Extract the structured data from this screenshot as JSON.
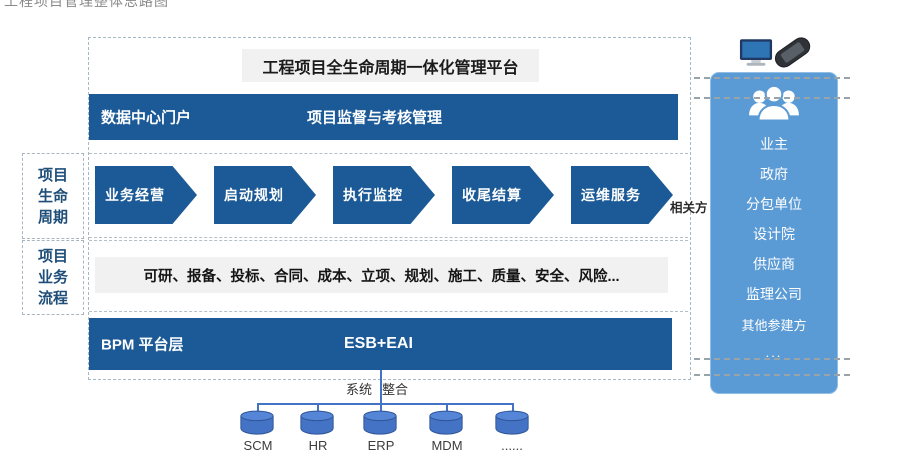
{
  "caption": "工程项目管理整体思路图",
  "platform": {
    "title": "工程项目全生命周期一体化管理平台",
    "portal_left": "数据中心门户",
    "portal_center": "项目监督与考核管理",
    "layer_left": "BPM 平台层",
    "layer_center": "ESB+EAI"
  },
  "lifecycle": {
    "label_lines": [
      "项目",
      "生命",
      "周期"
    ],
    "phases": [
      "业务经营",
      "启动规划",
      "执行监控",
      "收尾结算",
      "运维服务"
    ]
  },
  "business": {
    "label_lines": [
      "项目",
      "业务",
      "流程"
    ],
    "process_text": "可研、报备、投标、合同、成本、立项、规划、施工、质量、安全、风险..."
  },
  "stakeholders": {
    "label": "相关方",
    "items": [
      "业主",
      "政府",
      "分包单位",
      "设计院",
      "供应商",
      "监理公司",
      "其他参建方",
      "..."
    ]
  },
  "integration": {
    "label_parts": [
      "系统",
      "整合"
    ],
    "systems": [
      "SCM",
      "HR",
      "ERP",
      "MDM",
      "......"
    ]
  },
  "icons": {
    "monitor": "monitor-icon",
    "smartphone": "smartphone-icon",
    "stakeholder_group": "people-group-icon",
    "system_node": "database-cylinder-icon"
  },
  "colors": {
    "bar_blue": "#1b5a96",
    "sidebar_blue": "#5b9bd5",
    "accent_blue": "#4472c4",
    "panel_gray": "#f1f1f1"
  }
}
